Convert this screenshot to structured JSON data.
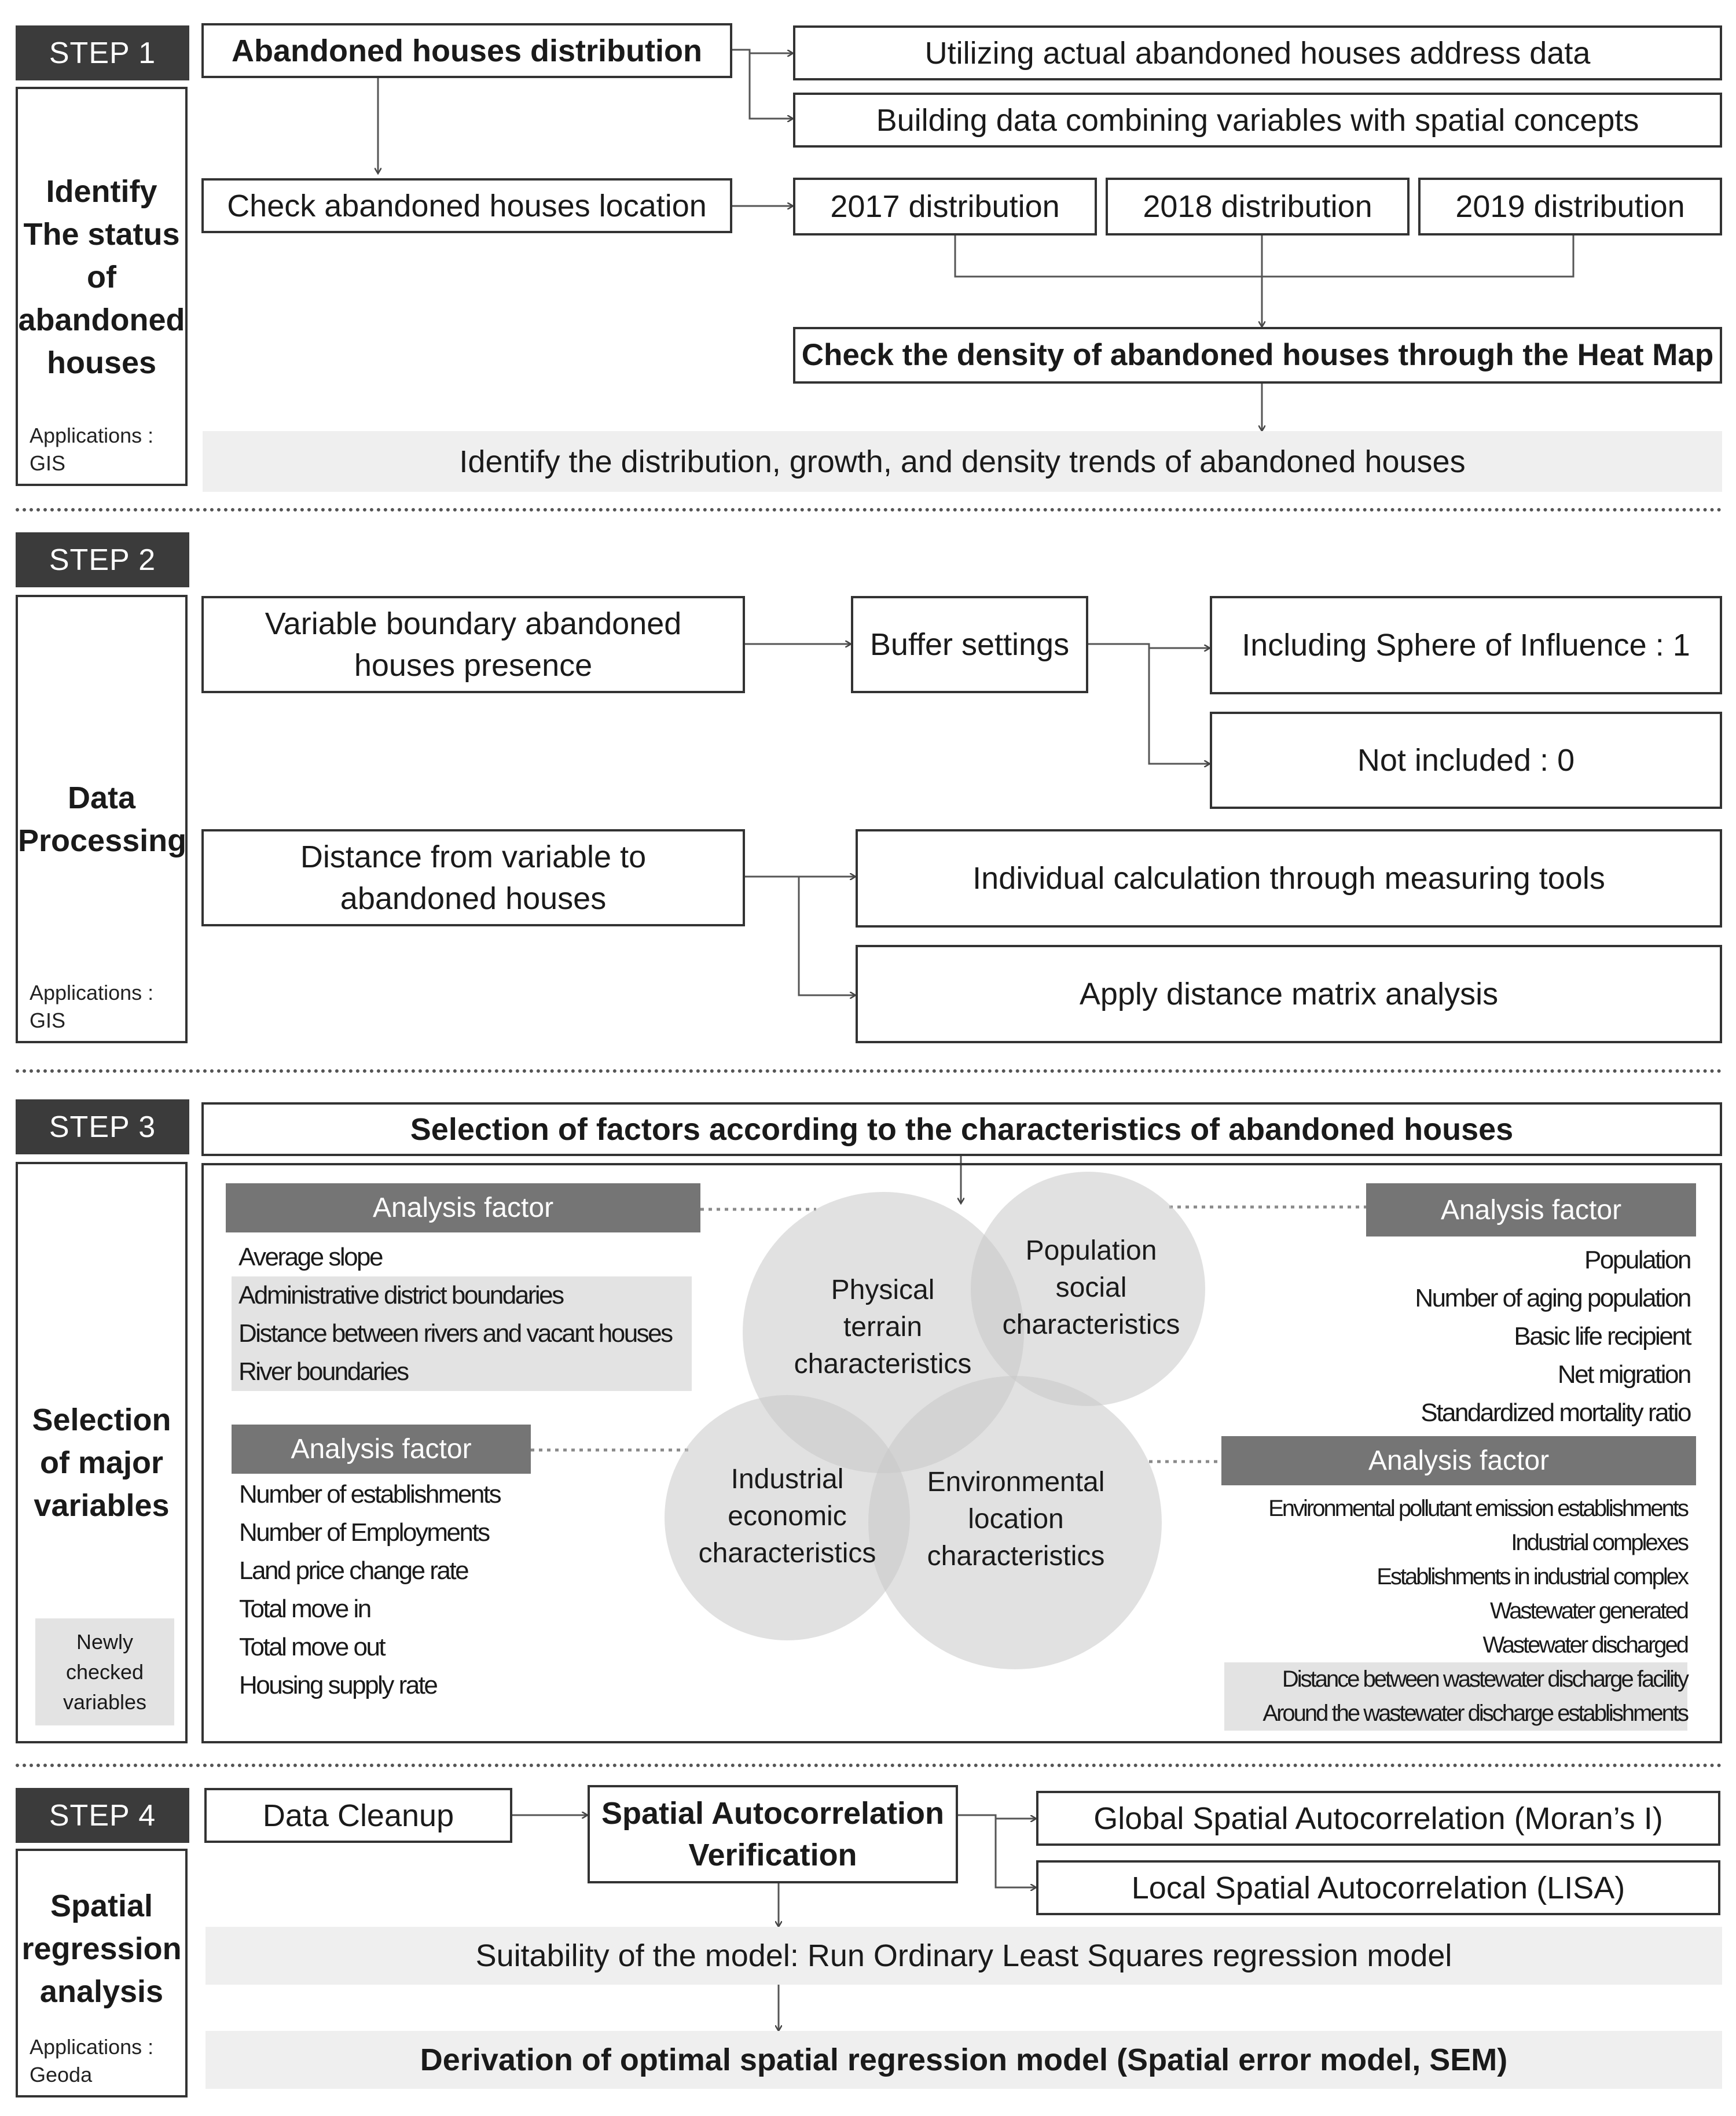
{
  "step1": {
    "tab": "STEP 1",
    "side_title": [
      "Identify",
      "The status",
      "of",
      "abandoned",
      "houses"
    ],
    "side_app": [
      "Applications :",
      "GIS"
    ],
    "distribution": "Abandoned houses distribution",
    "address_data": "Utilizing actual abandoned houses address data",
    "building_data": "Building data combining variables with spatial concepts",
    "check_location": "Check abandoned houses location",
    "dist_2017": "2017 distribution",
    "dist_2018": "2018 distribution",
    "dist_2019": "2019 distribution",
    "heatmap": "Check the density of abandoned houses through the Heat Map",
    "identify": "Identify the distribution, growth, and density trends of abandoned houses"
  },
  "step2": {
    "tab": "STEP 2",
    "side_title": [
      "Data",
      "Processing"
    ],
    "side_app": [
      "Applications :",
      "GIS"
    ],
    "boundary": [
      "Variable boundary abandoned",
      "houses presence"
    ],
    "buffer": "Buffer settings",
    "including": "Including Sphere of Influence : 1",
    "not_included": "Not included : 0",
    "distance": [
      "Distance from variable to",
      "abandoned houses"
    ],
    "individual": "Individual calculation through measuring tools",
    "matrix": "Apply distance matrix analysis"
  },
  "step3": {
    "tab": "STEP 3",
    "side_title": [
      "Selection",
      "of major",
      "variables"
    ],
    "newly": [
      "Newly",
      "checked",
      "variables"
    ],
    "selection": "Selection of factors according to the characteristics of abandoned houses",
    "af_label": "Analysis factor",
    "physical": {
      "label": [
        "Physical",
        "terrain",
        "characteristics"
      ],
      "items": [
        "Average slope",
        "Administrative district boundaries",
        "Distance between rivers and vacant houses",
        "River boundaries"
      ]
    },
    "population": {
      "label": [
        "Population",
        "social",
        "characteristics"
      ],
      "items": [
        "Population",
        "Number of aging population",
        "Basic life recipient",
        "Net migration",
        "Standardized mortality ratio"
      ]
    },
    "industrial": {
      "label": [
        "Industrial",
        "economic",
        "characteristics"
      ],
      "items": [
        "Number of establishments",
        "Number of Employments",
        "Land price change rate",
        "Total move in",
        "Total move out",
        "Housing supply rate"
      ]
    },
    "environmental": {
      "label": [
        "Environmental",
        "location",
        "characteristics"
      ],
      "items": [
        "Environmental pollutant emission establishments",
        "Industrial complexes",
        "Establishments in industrial complex",
        "Wastewater generated",
        "Wastewater discharged",
        "Distance between wastewater discharge facility",
        "Around the wastewater discharge establishments"
      ]
    }
  },
  "step4": {
    "tab": "STEP 4",
    "side_title": [
      "Spatial",
      "regression",
      "analysis"
    ],
    "side_app": [
      "Applications :",
      "Geoda"
    ],
    "cleanup": "Data Cleanup",
    "autocorr": [
      "Spatial Autocorrelation",
      "Verification"
    ],
    "global": "Global Spatial Autocorrelation (Moran’s I)",
    "local": "Local Spatial Autocorrelation (LISA)",
    "ols": "Suitability of the model: Run Ordinary Least Squares regression model",
    "sem": "Derivation of optimal spatial regression model (Spatial error model, SEM)"
  }
}
